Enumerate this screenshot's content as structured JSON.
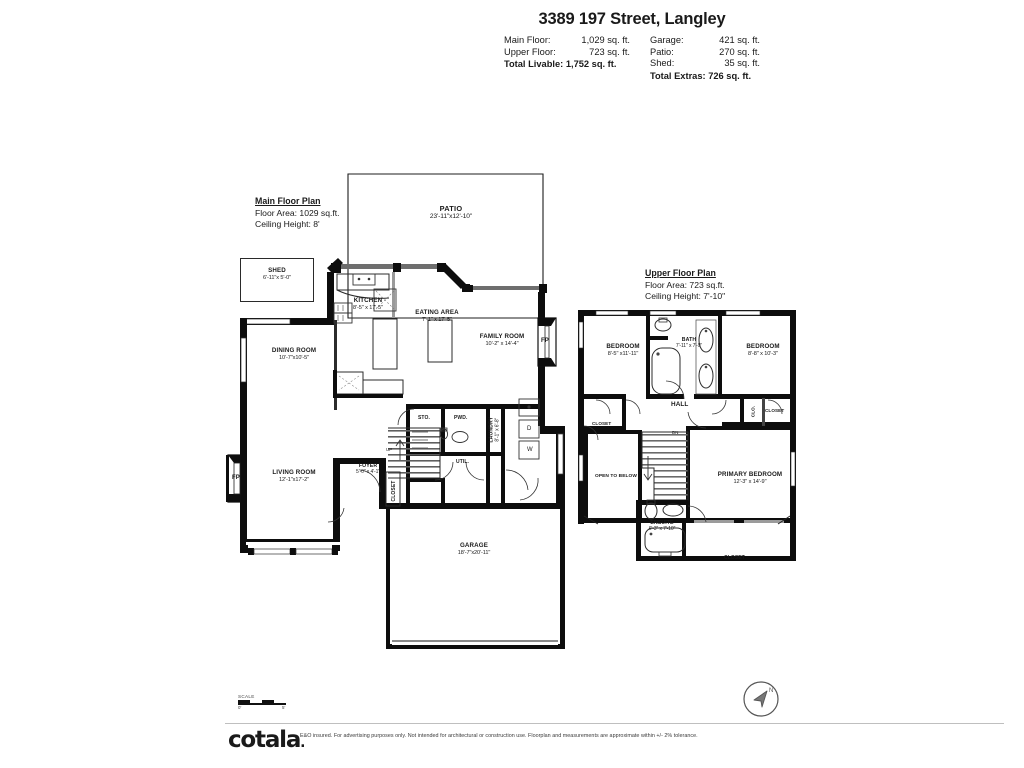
{
  "header": {
    "title": "3389 197 Street, Langley",
    "left_stats": [
      {
        "label": "Main Floor:",
        "value": "1,029 sq. ft."
      },
      {
        "label": "Upper Floor:",
        "value": "723 sq. ft."
      }
    ],
    "left_total": "Total Livable: 1,752 sq. ft.",
    "right_stats": [
      {
        "label": "Garage:",
        "value": "421 sq. ft."
      },
      {
        "label": "Patio:",
        "value": "270 sq. ft."
      },
      {
        "label": "Shed:",
        "value": "35 sq. ft."
      }
    ],
    "right_total": "Total Extras: 726 sq. ft."
  },
  "main_floor": {
    "title": "Main Floor Plan",
    "area_line": "Floor Area: 1029 sq.ft.",
    "ceiling_line": "Ceiling Height: 8'",
    "rooms": {
      "shed": {
        "name": "SHED",
        "dim": "6'-11\"x  5'-0\""
      },
      "patio": {
        "name": "PATIO",
        "dim": "23'-11\"x12'-10\""
      },
      "kitchen": {
        "name": "KITCHEN",
        "dim": "8'-5\" x 17'-5\""
      },
      "eating_area": {
        "name": "EATING AREA",
        "dim": "7'-1\" x 17'-5\""
      },
      "family_room": {
        "name": "FAMILY ROOM",
        "dim": "10'-2\" x 14'-4\""
      },
      "dining_room": {
        "name": "DINING ROOM",
        "dim": "10'-7\"x10'-5\""
      },
      "living_room": {
        "name": "LIVING ROOM",
        "dim": "12'-1\"x17'-2\""
      },
      "foyer": {
        "name": "FOYER",
        "dim": "5'-0\" x 4'-1\""
      },
      "laundry": {
        "name": "LAUNDRY",
        "dim": "8'-1\" x 6'-8\""
      },
      "garage": {
        "name": "GARAGE",
        "dim": "18'-7\"x20'-11\""
      }
    },
    "tags": {
      "sto": "STO.",
      "pwd": "PWD.",
      "util": "UTIL.",
      "closet": "CLOSET",
      "up": "UP",
      "fp_living": "FP",
      "fp_family": "FP",
      "dryer": "D",
      "washer": "W"
    }
  },
  "upper_floor": {
    "title": "Upper Floor Plan",
    "area_line": "Floor Area: 723 sq.ft.",
    "ceiling_line": "Ceiling Height: 7'-10\"",
    "rooms": {
      "bedroom_left": {
        "name": "BEDROOM",
        "dim": "8'-5\" x11'-11\""
      },
      "bath": {
        "name": "BATH",
        "dim": "7'-11\" x 7'-9\""
      },
      "bedroom_right": {
        "name": "BEDROOM",
        "dim": "8'-8\" x 10'-3\""
      },
      "primary_bedroom": {
        "name": "PRIMARY BEDROOM",
        "dim": "12'-3\" x 14'-9\""
      },
      "ensuite": {
        "name": "ENSUITE",
        "dim": "6'-3\" x 7'-10\""
      }
    },
    "tags": {
      "hall": "HALL",
      "closet_left": "CLOSET",
      "clo": "CLO.",
      "closet_right": "CLOSET",
      "closet_primary": "CLOSET",
      "open_to_below": "OPEN TO BELOW",
      "dn": "DN"
    }
  },
  "footer": {
    "scale_word": "SCALE",
    "scale_start": "0'",
    "scale_end": "5'",
    "brand": "cotala",
    "brand_dot": ".",
    "disclaimer": "E&O insured. For advertising purposes only. Not intended for architectural or construction use. Floorplan and measurements are approximate within +/- 2% tolerance.",
    "compass_label": "N"
  },
  "colors": {
    "wall": "#0d0d0d",
    "text": "#1a1a1a",
    "rule": "#bfbfbf",
    "background": "#ffffff"
  }
}
